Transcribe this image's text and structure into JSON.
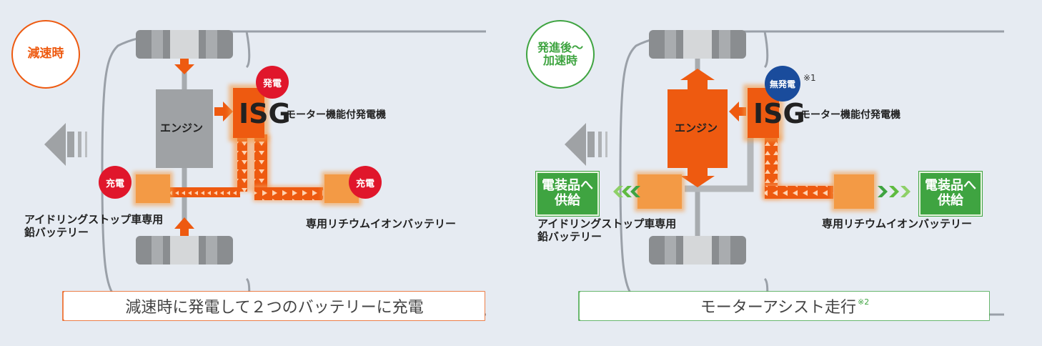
{
  "left_panel": {
    "phase": "減速時",
    "engine": "エンジン",
    "isg": "ISG",
    "isg_desc": "モーター機能付発電機",
    "isg_badge": "発電",
    "lead_badge": "充電",
    "lithium_badge": "充電",
    "lead_battery_line1": "アイドリングストップ車専用",
    "lead_battery_line2": "鉛バッテリー",
    "lithium_battery": "専用リチウムイオンバッテリー",
    "caption": "減速時に発電して２つのバッテリーに充電"
  },
  "right_panel": {
    "phase_line1": "発進後～",
    "phase_line2": "加速時",
    "engine": "エンジン",
    "isg": "ISG",
    "isg_desc": "モーター機能付発電機",
    "isg_badge": "無発電",
    "isg_note": "※1",
    "supply_left_line1": "電装品へ",
    "supply_left_line2": "供給",
    "supply_right_line1": "電装品へ",
    "supply_right_line2": "供給",
    "lead_battery_line1": "アイドリングストップ車専用",
    "lead_battery_line2": "鉛バッテリー",
    "lithium_battery": "専用リチウムイオンバッテリー",
    "caption": "モーターアシスト走行",
    "caption_note": "※2"
  },
  "colors": {
    "background": "#e6ebf2",
    "orange": "#ee5a10",
    "battery": "#f39a45",
    "engine_gray": "#9fa2a5",
    "green": "#3fa441",
    "badge_red": "#e0162b",
    "badge_blue": "#1a4c9c"
  }
}
